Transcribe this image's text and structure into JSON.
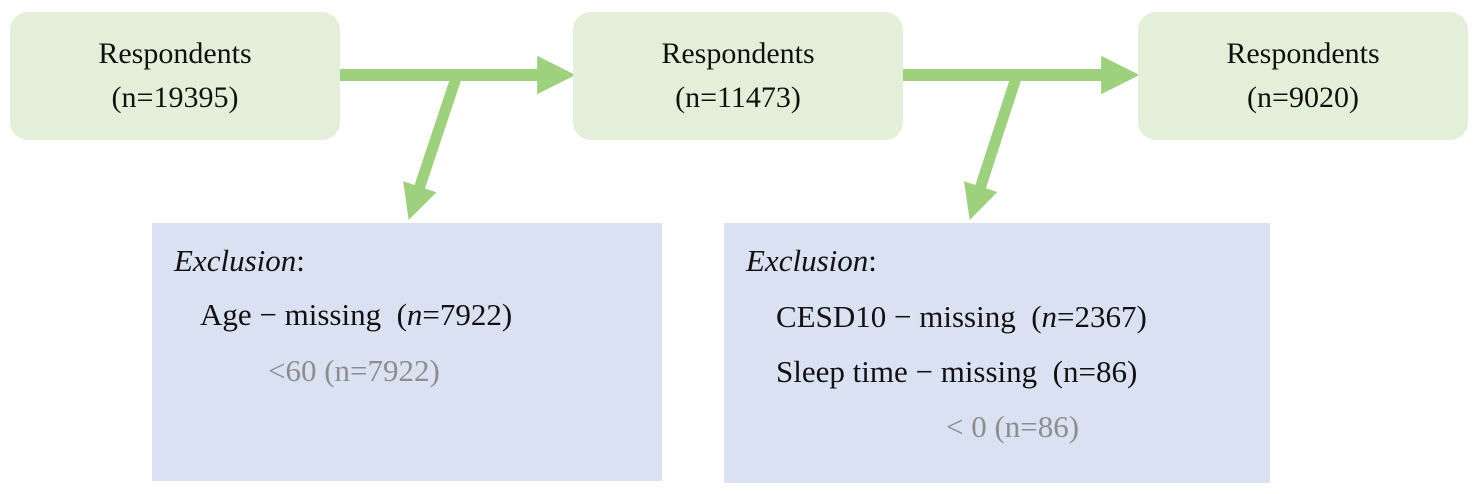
{
  "flow": {
    "nodes": [
      {
        "label": "Respondents",
        "count": "(n=19395)"
      },
      {
        "label": "Respondents",
        "count": "(n=11473)"
      },
      {
        "label": "Respondents",
        "count": "(n=9020)"
      }
    ],
    "exclusions": [
      {
        "heading": "Exclusion",
        "colon": ":",
        "rows": [
          {
            "name": "Age − missing  (",
            "n_italic": "n",
            "value": "=7922)"
          }
        ],
        "subnote": "<60 (n=7922)"
      },
      {
        "heading": "Exclusion",
        "colon": ":",
        "rows": [
          {
            "name": "CESD10 − missing  (",
            "n_italic": "n",
            "value": "=2367)"
          },
          {
            "name": "Sleep time − missing  (n=86)"
          }
        ],
        "subnote": "< 0 (n=86)"
      }
    ]
  },
  "colors": {
    "node_fill": "#e3efd9",
    "exclusion_fill": "#d9e1f3",
    "arrow": "#9dd17d",
    "subnote_text": "#8d8d8d"
  }
}
